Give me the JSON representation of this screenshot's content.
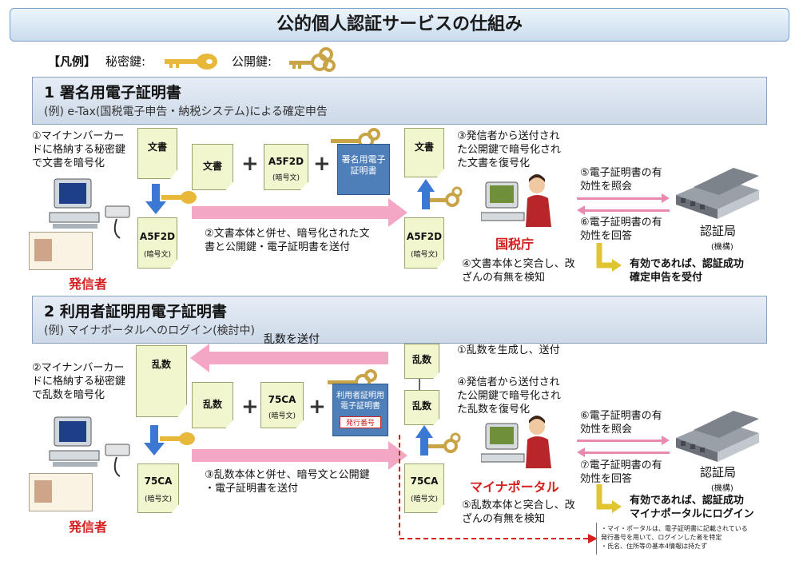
{
  "title": "公的個人認証サービスの仕組み",
  "legend": {
    "heading": "【凡例】",
    "private_key": "秘密鍵:",
    "public_key": "公開鍵:"
  },
  "section1": {
    "title": "1 署名用電子証明書",
    "subtitle": "(例) e-Tax(国税電子申告・納税システム)による確定申告",
    "step1": "①マイナンバーカー\nドに格納する秘密鍵\nで文書を暗号化",
    "step2": "②文書本体と併せ、暗号化された文\n書と公開鍵・電子証明書を送付",
    "step3": "③発信者から送付され\nた公開鍵で暗号化され\nた文書を復号化",
    "step4": "④文書本体と突合し、改\nざんの有無を検知",
    "step5": "⑤電子証明書の有\n効性を照会",
    "step6": "⑥電子証明書の有\n効性を回答",
    "result": "有効であれば、認証成功\n確定申告を受付",
    "doc_label": "文書",
    "cipher_label": "A5F2D",
    "cipher_sub": "(暗号文)",
    "cert_label": "署名用電子\n証明書",
    "sender": "発信者",
    "receiver": "国税庁",
    "authority": "認証局",
    "authority_sub": "(機構)"
  },
  "section2": {
    "title": "2 利用者証明用電子証明書",
    "subtitle": "(例) マイナポータルへのログイン(検討中)",
    "send_random": "乱数を送付",
    "step1": "①乱数を生成し、送付",
    "step2": "②マイナンバーカー\nドに格納する秘密鍵\nで乱数を暗号化",
    "step3": "③乱数本体と併せ、暗号文と公開鍵\n・電子証明書を送付",
    "step4": "④発信者から送付され\nた公開鍵で暗号化され\nた乱数を復号化",
    "step5": "⑤乱数本体と突合し、改\nざんの有無を検知",
    "step6": "⑥電子証明書の有\n効性を照会",
    "step7": "⑦電子証明書の有\n効性を回答",
    "result": "有効であれば、認証成功\nマイナポータルにログイン",
    "random_label": "乱数",
    "cipher_label": "75CA",
    "cipher_sub": "(暗号文)",
    "cert_label": "利用者証明用\n電子証明書",
    "cert_serial": "発行番号",
    "sender": "発信者",
    "receiver": "マイナポータル",
    "authority": "認証局",
    "authority_sub": "(機構)",
    "note": "・マイ・ポータルは、電子証明書に記載されている\n 発行番号を用いて、ログインした者を特定\n・氏名、住所等の基本4情報は持たず"
  },
  "colors": {
    "pink_arrow": "#f3a7c4",
    "doc_fill": "#f2f6cf",
    "cert_fill": "#4f7fb8",
    "red_text": "#d42020",
    "blue_arrow": "#3a78d4",
    "key_gold": "#e8b83a"
  }
}
